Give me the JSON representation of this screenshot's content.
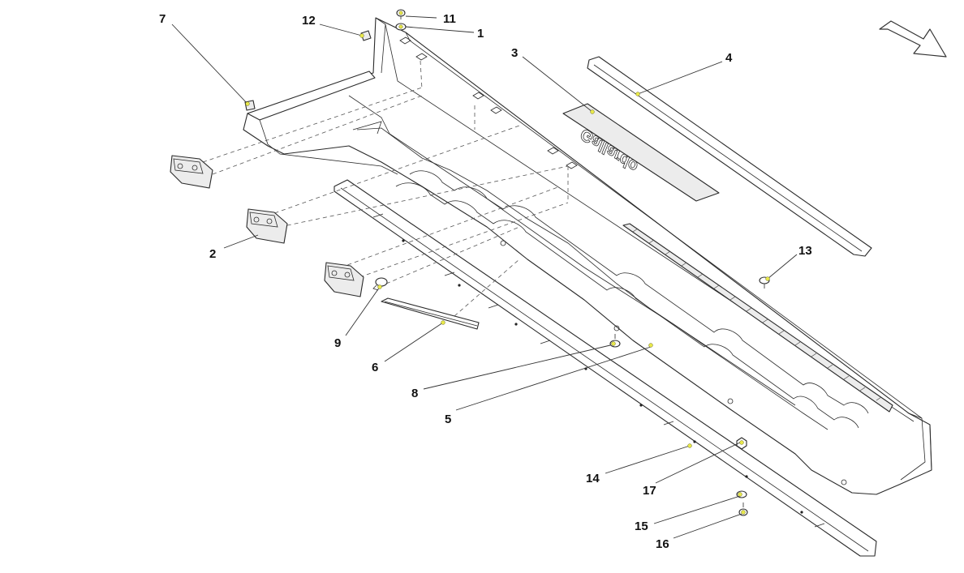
{
  "diagram": {
    "callouts": [
      {
        "id": "c1",
        "label": "1"
      },
      {
        "id": "c2",
        "label": "2"
      },
      {
        "id": "c3",
        "label": "3"
      },
      {
        "id": "c4",
        "label": "4"
      },
      {
        "id": "c5",
        "label": "5"
      },
      {
        "id": "c6",
        "label": "6"
      },
      {
        "id": "c7",
        "label": "7"
      },
      {
        "id": "c8",
        "label": "8"
      },
      {
        "id": "c9",
        "label": "9"
      },
      {
        "id": "c11",
        "label": "11"
      },
      {
        "id": "c12",
        "label": "12"
      },
      {
        "id": "c13",
        "label": "13"
      },
      {
        "id": "c14",
        "label": "14"
      },
      {
        "id": "c15",
        "label": "15"
      },
      {
        "id": "c16",
        "label": "16"
      },
      {
        "id": "c17",
        "label": "17"
      }
    ],
    "emblem_text": "Gallardo",
    "orientation_icon": "forward-direction-arrow-icon"
  }
}
